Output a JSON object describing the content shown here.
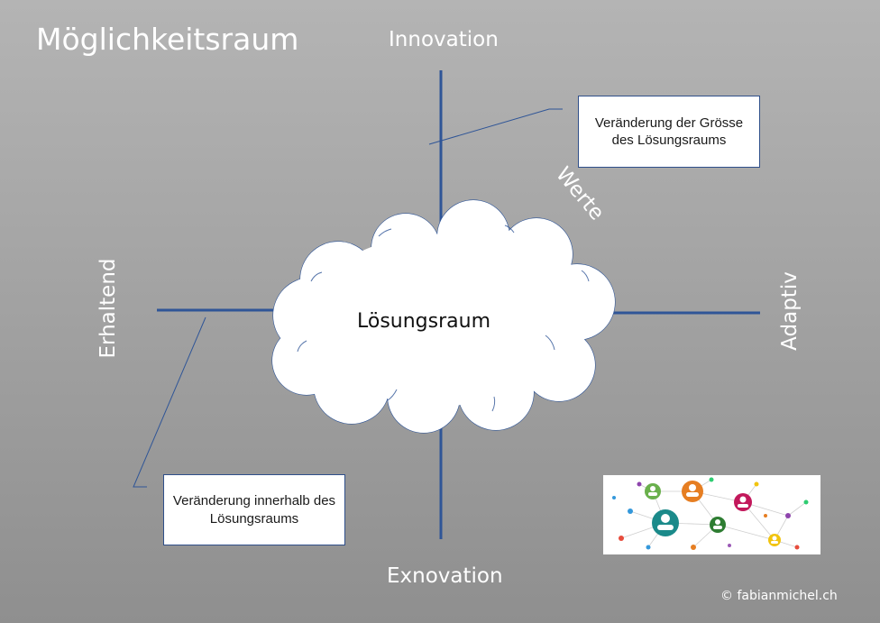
{
  "title": "Möglichkeitsraum",
  "axes": {
    "top": "Innovation",
    "bottom": "Exnovation",
    "left": "Erhaltend",
    "right": "Adaptiv"
  },
  "diagonal_label": "Werte",
  "center_label": "Lösungsraum",
  "callouts": {
    "top_right": "Veränderung der Grösse des Lösungsraums",
    "bottom_left": "Veränderung innerhalb des Lösungsraums"
  },
  "copyright": "© fabianmichel.ch",
  "colors": {
    "axis": "#2f5597",
    "cloud_outline": "#2f5597",
    "text_light": "#ffffff"
  },
  "network_icon_colors": [
    "#6ab04c",
    "#e67e22",
    "#c2185b",
    "#1b8a8a",
    "#2e7d32",
    "#f1c40f",
    "#8e44ad",
    "#3498db"
  ]
}
